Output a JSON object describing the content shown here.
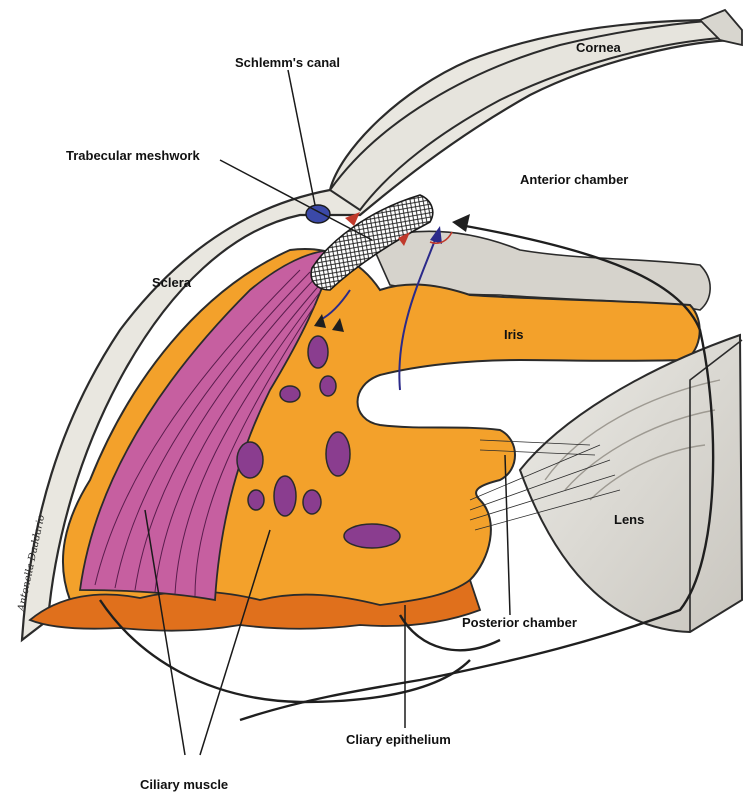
{
  "labels": {
    "schlemms_canal": "Schlemm's canal",
    "cornea": "Cornea",
    "trabecular_meshwork": "Trabecular meshwork",
    "anterior_chamber": "Anterior chamber",
    "sclera": "Sclera",
    "iris": "Iris",
    "lens": "Lens",
    "posterior_chamber": "Posterior chamber",
    "ciliary_epithelium": "Cliary epithelium",
    "ciliary_muscle": "Ciliary muscle"
  },
  "signature": "Antonella Daddario",
  "colors": {
    "tissue_orange": "#f3a12b",
    "tissue_dark_orange": "#e0701c",
    "muscle_purple": "#c65fa0",
    "nucleus_purple": "#8a3d8f",
    "sclera_gray": "#e8e6df",
    "lens_gray": "#d9d6cf",
    "arrow_navy": "#2b2a8a",
    "arrow_red": "#c0392b"
  }
}
